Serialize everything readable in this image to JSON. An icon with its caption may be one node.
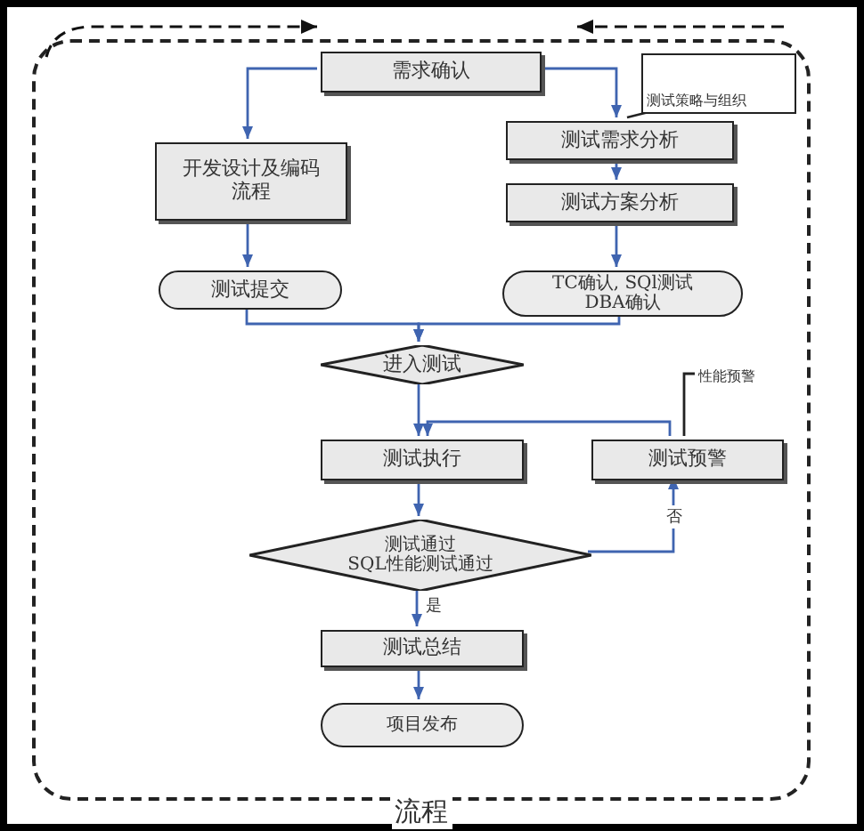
{
  "diagram": {
    "nodes": [
      {
        "text": [
          "流程"
        ]
      },
      {
        "text": [
          "需求确认"
        ],
        "in": 0
      },
      {
        "text": [
          "测试策略与组织"
        ],
        "in": 0
      },
      {
        "text": [
          "开发设计及编码流程"
        ],
        "in": 0
      },
      {
        "text": [
          "测试需求分析"
        ],
        "in": 0
      },
      {
        "text": [
          "测试方案分析"
        ],
        "in": 0
      },
      {
        "text": [
          "测试提交"
        ],
        "in": 0
      },
      {
        "text": [
          "TC确认, SQl测试 DBA确认"
        ],
        "in": 0
      },
      {
        "text": [
          "进入测试"
        ],
        "in": 0
      },
      {
        "text": [
          "测试执行"
        ],
        "in": 0
      },
      {
        "text": [
          "测试预警"
        ],
        "in": 0
      },
      {
        "text": [
          "性能预警"
        ],
        "in": 0
      },
      {
        "text": [
          "测试通过 SQL性能测试通过"
        ],
        "in": 0
      },
      {
        "text": [
          "测试总结"
        ],
        "in": 0
      },
      {
        "text": [
          "项目发布"
        ],
        "in": 0
      }
    ],
    "edges": [
      {
        "from": 1,
        "to": 3,
        "arrow": "to"
      },
      {
        "from": 3,
        "to": 6,
        "arrow": "to"
      },
      {
        "from": 1,
        "to": 4,
        "arrow": "to"
      },
      {
        "from": 4,
        "to": 5,
        "arrow": "to"
      },
      {
        "from": 5,
        "to": 7,
        "arrow": "to"
      },
      {
        "from": 6,
        "to": 8,
        "arrow": "to"
      },
      {
        "from": 7,
        "to": 8,
        "arrow": "to"
      },
      {
        "from": 8,
        "to": 9,
        "arrow": "to"
      },
      {
        "from": 9,
        "to": 12,
        "arrow": "to"
      },
      {
        "from": 12,
        "to": 13,
        "arrow": "to",
        "label": "是"
      },
      {
        "from": 12,
        "to": 10,
        "arrow": "to",
        "label": "否"
      },
      {
        "from": 10,
        "to": 9,
        "arrow": "to"
      },
      {
        "from": 13,
        "to": 14,
        "arrow": "to"
      },
      {
        "from": 2,
        "to": 4,
        "arrow": "none",
        "color": "#222222"
      },
      {
        "from": 11,
        "to": 10,
        "arrow": "none",
        "color": "#222222"
      }
    ]
  }
}
